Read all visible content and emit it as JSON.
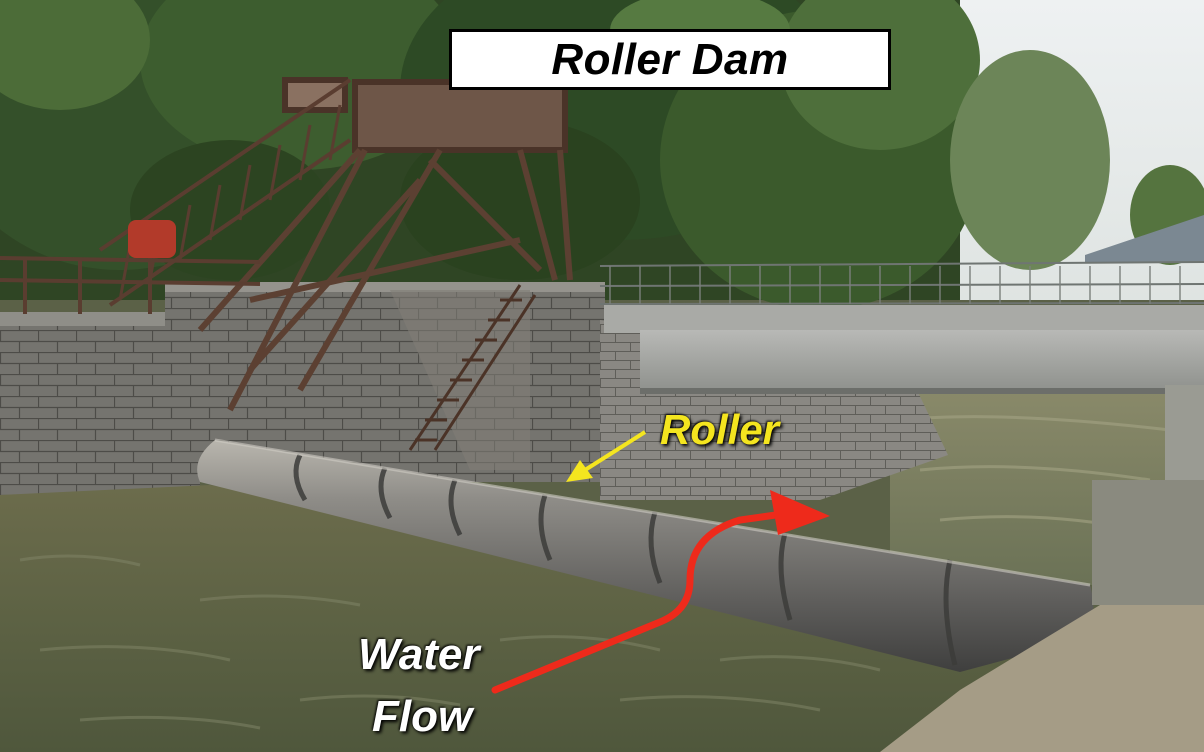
{
  "title": "Roller Dam",
  "labels": {
    "roller": "Roller",
    "water": "Water",
    "flow": "Flow"
  },
  "colors": {
    "roller_label": "#f4e51f",
    "roller_arrow": "#f4e51f",
    "flow_arrow": "#ee2a1b",
    "flow_label": "#ffffff"
  }
}
